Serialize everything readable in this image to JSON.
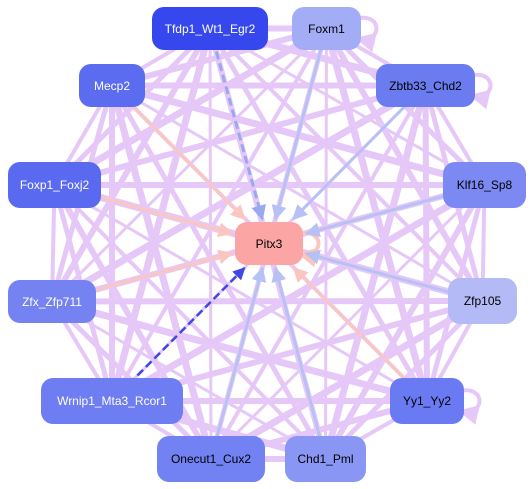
{
  "colors": {
    "mesh_edge": "#e6c8f8",
    "edge_blue": "#9aa8ef",
    "edge_blue_light": "#b8c1f4",
    "edge_salmon": "#fbc6c0",
    "edge_dashed": "#3e48e2",
    "hub_fill": "#fca5a5"
  },
  "hub": {
    "id": "pitx3",
    "label": "Pitx3"
  },
  "nodes": [
    {
      "id": "tfdp1",
      "label": "Tfdp1_Wt1_Egr2",
      "fill": "#3647ee",
      "text": "#ffffff"
    },
    {
      "id": "foxm1",
      "label": "Foxm1",
      "fill": "#a3adf6",
      "text": "#000000"
    },
    {
      "id": "mecp2",
      "label": "Mecp2",
      "fill": "#5b6cf0",
      "text": "#ffffff"
    },
    {
      "id": "zbtb33",
      "label": "Zbtb33_Chd2",
      "fill": "#6b7bf0",
      "text": "#000000"
    },
    {
      "id": "foxp1",
      "label": "Foxp1_Foxj2",
      "fill": "#5a6af0",
      "text": "#ffffff"
    },
    {
      "id": "klf16",
      "label": "Klf16_Sp8",
      "fill": "#7c89f2",
      "text": "#000000"
    },
    {
      "id": "zfx",
      "label": "Zfx_Zfp711",
      "fill": "#7583f2",
      "text": "#ffffff"
    },
    {
      "id": "zfp105",
      "label": "Zfp105",
      "fill": "#b3baf6",
      "text": "#000000"
    },
    {
      "id": "wrnip1",
      "label": "Wrnip1_Mta3_Rcor1",
      "fill": "#6e7ef2",
      "text": "#ffffff"
    },
    {
      "id": "yy1",
      "label": "Yy1_Yy2",
      "fill": "#6a7af2",
      "text": "#000000"
    },
    {
      "id": "onecut1",
      "label": "Onecut1_Cux2",
      "fill": "#7282f2",
      "text": "#000000"
    },
    {
      "id": "chd1",
      "label": "Chd1_Pml",
      "fill": "#8a96f3",
      "text": "#000000"
    }
  ],
  "hub_edges": [
    {
      "from": "tfdp1",
      "color": "edge_blue",
      "style": "dashed"
    },
    {
      "from": "foxm1",
      "color": "edge_blue_light",
      "style": "solid"
    },
    {
      "from": "zbtb33",
      "color": "edge_blue_light",
      "style": "solid"
    },
    {
      "from": "mecp2",
      "color": "edge_salmon",
      "style": "solid"
    },
    {
      "from": "foxp1",
      "color": "edge_salmon",
      "style": "solid"
    },
    {
      "from": "klf16",
      "color": "edge_blue_light",
      "style": "solid"
    },
    {
      "from": "zfx",
      "color": "edge_salmon",
      "style": "solid"
    },
    {
      "from": "zfp105",
      "color": "edge_blue_light",
      "style": "solid"
    },
    {
      "from": "wrnip1",
      "color": "edge_dashed",
      "style": "dashed"
    },
    {
      "from": "yy1",
      "color": "edge_salmon",
      "style": "solid"
    },
    {
      "from": "onecut1",
      "color": "edge_blue_light",
      "style": "solid"
    },
    {
      "from": "chd1",
      "color": "edge_blue_light",
      "style": "solid"
    }
  ],
  "self_loops": [
    "foxm1",
    "zbtb33",
    "yy1",
    "pitx3"
  ]
}
